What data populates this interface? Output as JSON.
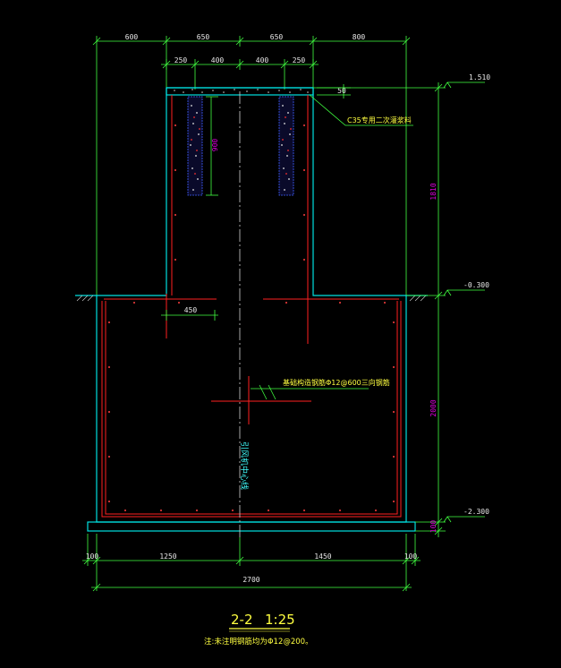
{
  "colors": {
    "background": "#000000",
    "concrete_outline": "#00e0e0",
    "rebar": "#ff2020",
    "dimension_lines": "#40ff40",
    "dimension_text": "#e8e8e8",
    "magenta_text": "#e000e0",
    "annotation_text": "#ffff40",
    "centerline": "#d0d0d0"
  },
  "dimensions": {
    "top_overall": [
      "600",
      "650",
      "650",
      "800"
    ],
    "top_detail": [
      "250",
      "400",
      "400",
      "250"
    ],
    "embed_depth": "900",
    "rebar_offset": "450",
    "cap_thickness": "50",
    "bottom": [
      "100",
      "1250",
      "1450",
      "100"
    ],
    "bottom_total": "2700",
    "vertical": [
      "1810",
      "2000",
      "100"
    ]
  },
  "levels": [
    "1.510",
    "-0.300",
    "-2.300"
  ],
  "annotations": {
    "cap_material": "C35专用二次灌浆料",
    "rebar_note": "基础构造钢筋Φ12@600三向钢筋",
    "axis_label": "引风机中心线"
  },
  "title": {
    "section": "2-2",
    "scale": "1:25",
    "note": "注:未注明钢筋均为Φ12@200。"
  }
}
